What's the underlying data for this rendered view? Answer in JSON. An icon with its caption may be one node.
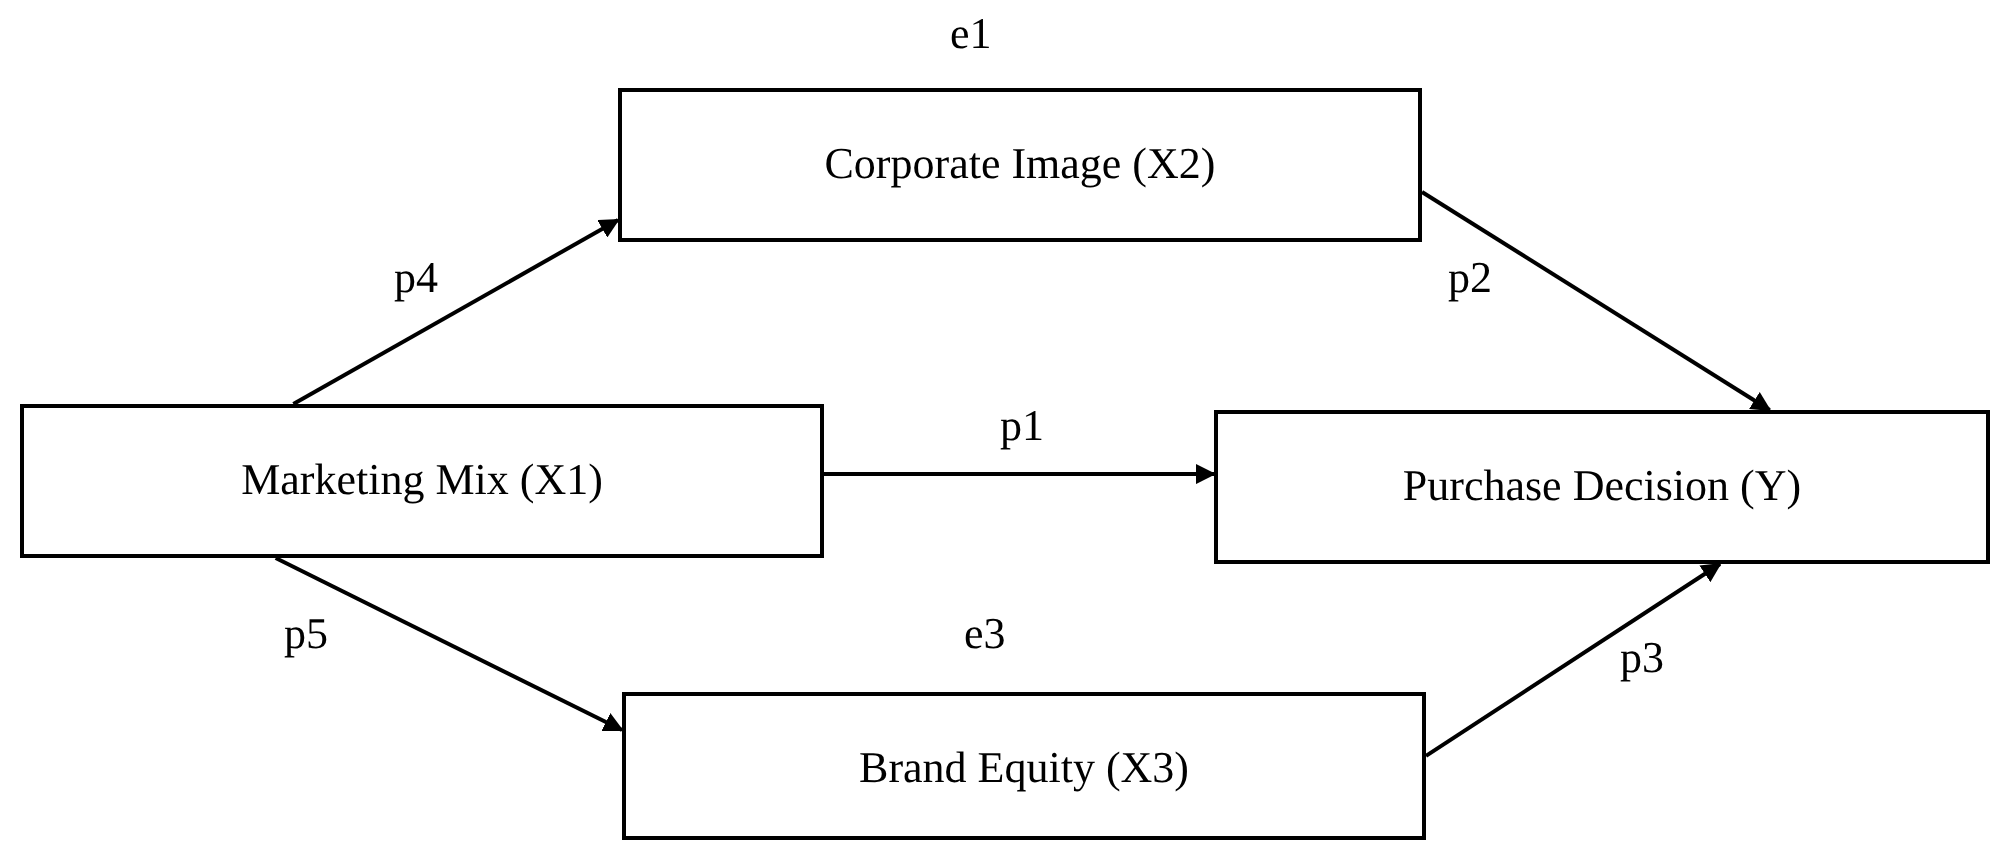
{
  "diagram": {
    "nodes": [
      {
        "text": [
          "Corporate Image (X2)"
        ],
        "beside": [
          "e1"
        ]
      },
      {
        "text": [
          "Marketing Mix (X1)"
        ]
      },
      {
        "text": [
          "Purchase Decision (Y)"
        ]
      },
      {
        "text": [
          "Brand Equity (X3)"
        ],
        "beside": [
          "e3"
        ]
      }
    ],
    "edges": [
      {
        "from": 1,
        "to": 0,
        "arrow": "to",
        "label": "p4"
      },
      {
        "from": 1,
        "to": 2,
        "arrow": "to",
        "label": "p1"
      },
      {
        "from": 0,
        "to": 2,
        "arrow": "to",
        "label": "p2"
      },
      {
        "from": 1,
        "to": 3,
        "arrow": "to",
        "label": "p5"
      },
      {
        "from": 3,
        "to": 2,
        "arrow": "to",
        "label": "p3"
      }
    ]
  }
}
